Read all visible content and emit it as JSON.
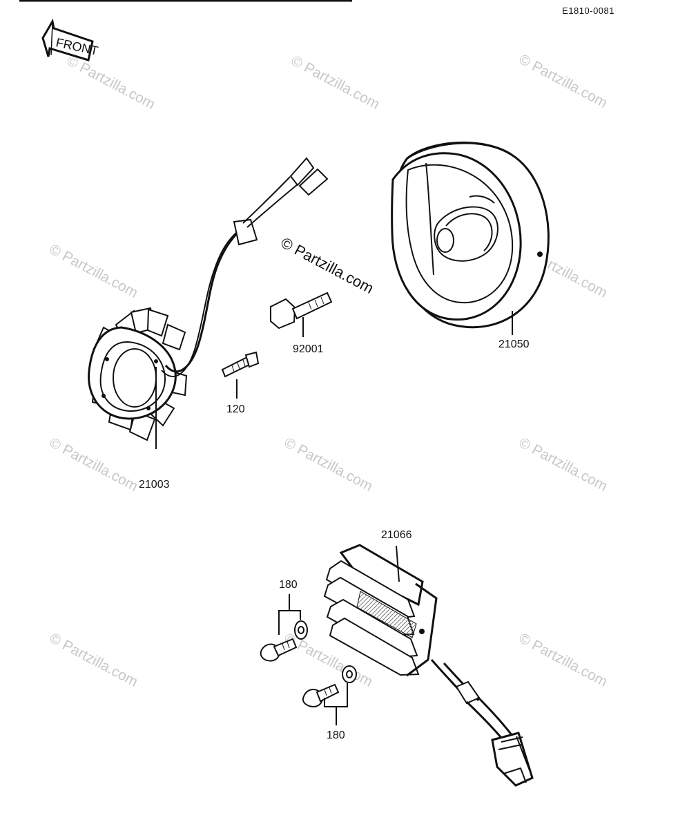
{
  "diagram": {
    "code": "E1810-0081",
    "front_label": "FRONT",
    "watermark_text": "© Partzilla.com",
    "center_watermark": "© Partzilla.com",
    "parts": {
      "stator": "21003",
      "screw": "120",
      "bolt": "92001",
      "rotor": "21050",
      "regulator": "21066",
      "fastener_upper": "180",
      "fastener_lower": "180"
    }
  }
}
